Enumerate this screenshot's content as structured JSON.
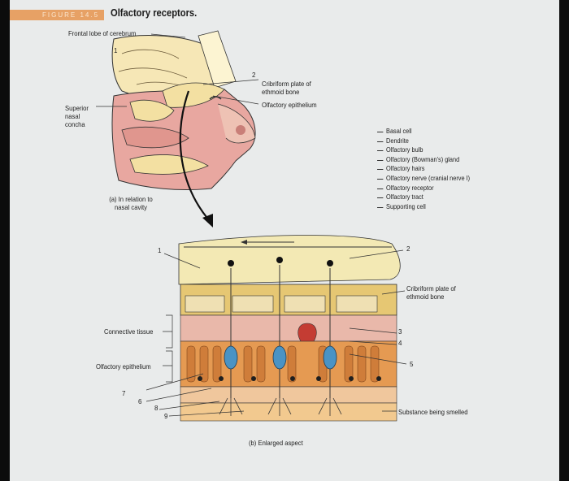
{
  "figure": {
    "number_label": "FIGURE 14.5",
    "title": "Olfactory receptors."
  },
  "panel_a": {
    "labels": {
      "frontal_lobe": "Frontal lobe of cerebrum",
      "cribriform": "Cribriform plate of ethmoid bone",
      "olfactory_epithelium": "Olfactory epithelium",
      "superior_concha": "Superior nasal concha",
      "caption": "(a) In relation to nasal cavity"
    },
    "numbers": [
      "1",
      "2"
    ]
  },
  "key_terms": [
    "Basal cell",
    "Dendrite",
    "Olfactory bulb",
    "Olfactory (Bowman's) gland",
    "Olfactory hairs",
    "Olfactory nerve (cranial nerve I)",
    "Olfactory receptor",
    "Olfactory tract",
    "Supporting cell"
  ],
  "panel_b": {
    "labels": {
      "cribriform": "Cribriform plate of ethmoid bone",
      "connective_tissue": "Connective tissue",
      "olfactory_epithelium": "Olfactory epithelium",
      "substance": "Substance being smelled",
      "caption": "(b) Enlarged aspect"
    },
    "numbers": [
      "1",
      "2",
      "3",
      "4",
      "5",
      "6",
      "7",
      "8",
      "9"
    ]
  },
  "colors": {
    "tag": "#e7a165",
    "bone": "#f3e0a2",
    "tissue_pink": "#e8a7a0",
    "brain": "#f6e7b6",
    "receptor_blue": "#4a93c4"
  }
}
